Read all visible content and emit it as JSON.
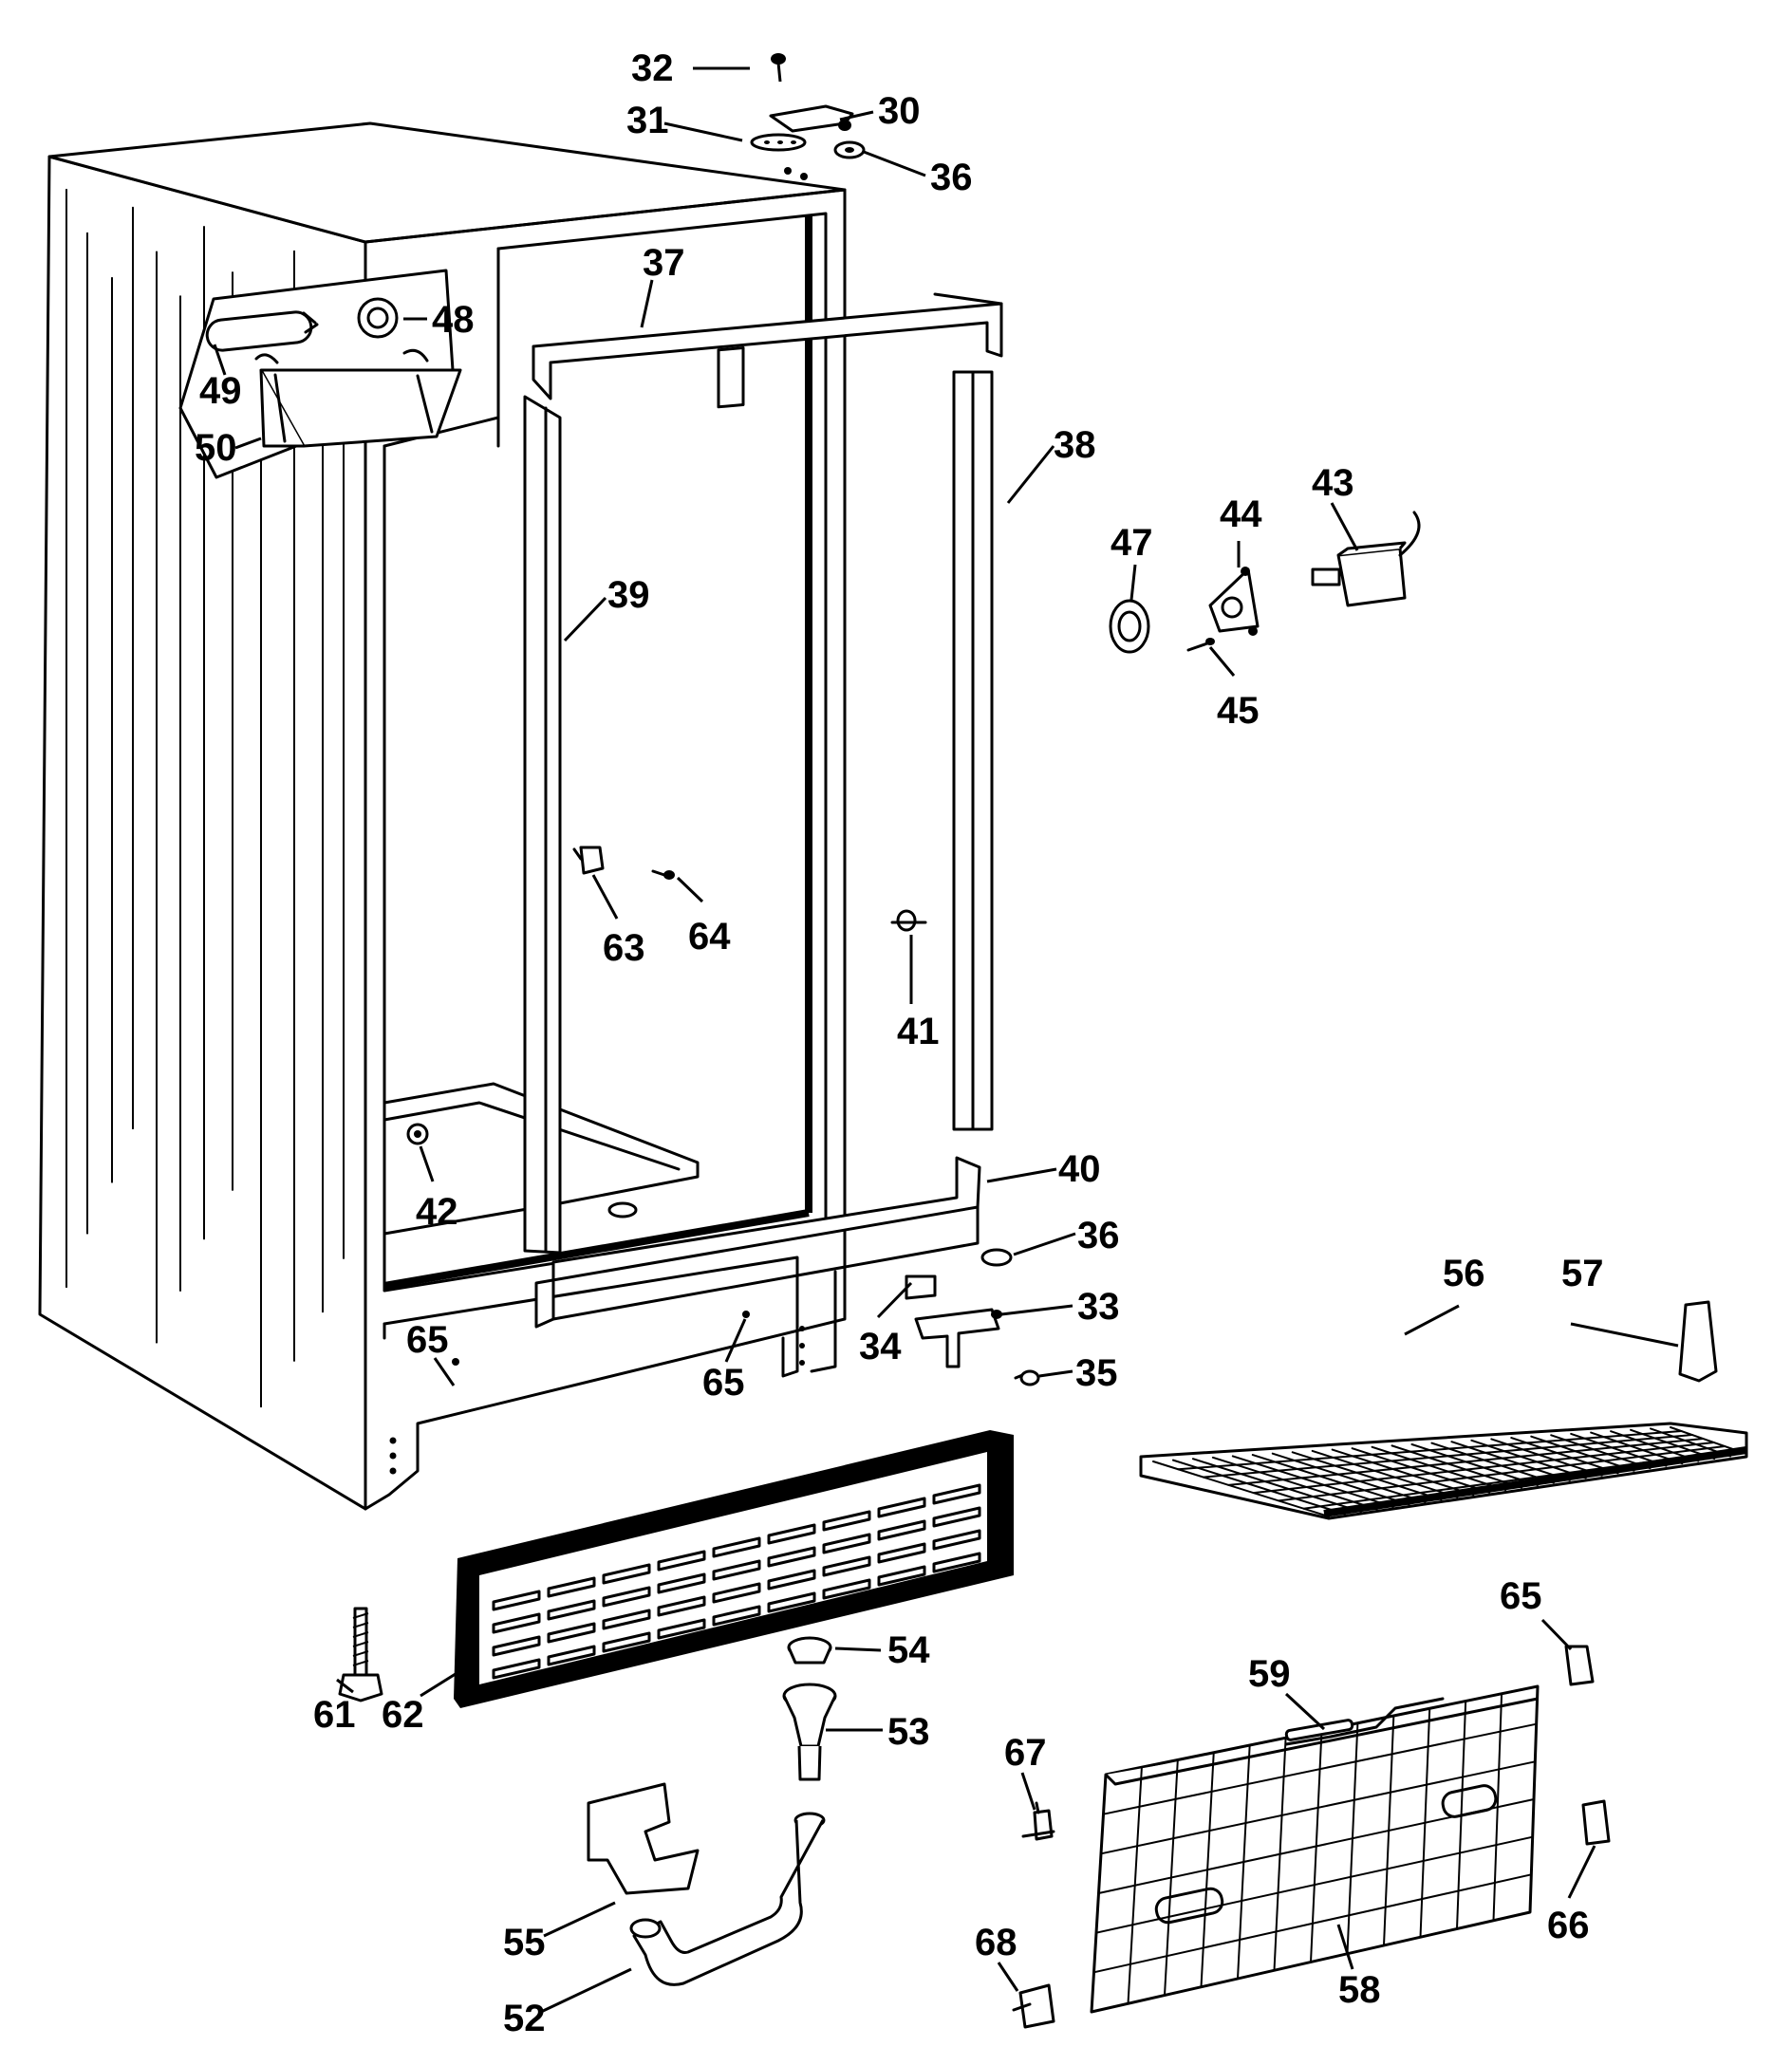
{
  "diagram": {
    "callouts": [
      {
        "id": "c32",
        "text": "32"
      },
      {
        "id": "c31",
        "text": "31"
      },
      {
        "id": "c30",
        "text": "30"
      },
      {
        "id": "c36a",
        "text": "36"
      },
      {
        "id": "c37",
        "text": "37"
      },
      {
        "id": "c48",
        "text": "48"
      },
      {
        "id": "c49",
        "text": "49"
      },
      {
        "id": "c50",
        "text": "50"
      },
      {
        "id": "c38",
        "text": "38"
      },
      {
        "id": "c47",
        "text": "47"
      },
      {
        "id": "c44",
        "text": "44"
      },
      {
        "id": "c43",
        "text": "43"
      },
      {
        "id": "c45",
        "text": "45"
      },
      {
        "id": "c39",
        "text": "39"
      },
      {
        "id": "c63",
        "text": "63"
      },
      {
        "id": "c64",
        "text": "64"
      },
      {
        "id": "c41",
        "text": "41"
      },
      {
        "id": "c42",
        "text": "42"
      },
      {
        "id": "c40",
        "text": "40"
      },
      {
        "id": "c36b",
        "text": "36"
      },
      {
        "id": "c33",
        "text": "33"
      },
      {
        "id": "c34",
        "text": "34"
      },
      {
        "id": "c35",
        "text": "35"
      },
      {
        "id": "c65a",
        "text": "65"
      },
      {
        "id": "c65b",
        "text": "65"
      },
      {
        "id": "c56",
        "text": "56"
      },
      {
        "id": "c57",
        "text": "57"
      },
      {
        "id": "c61",
        "text": "61"
      },
      {
        "id": "c62",
        "text": "62"
      },
      {
        "id": "c54",
        "text": "54"
      },
      {
        "id": "c53",
        "text": "53"
      },
      {
        "id": "c65c",
        "text": "65"
      },
      {
        "id": "c59",
        "text": "59"
      },
      {
        "id": "c67",
        "text": "67"
      },
      {
        "id": "c55",
        "text": "55"
      },
      {
        "id": "c52",
        "text": "52"
      },
      {
        "id": "c68",
        "text": "68"
      },
      {
        "id": "c58",
        "text": "58"
      },
      {
        "id": "c66",
        "text": "66"
      }
    ]
  }
}
